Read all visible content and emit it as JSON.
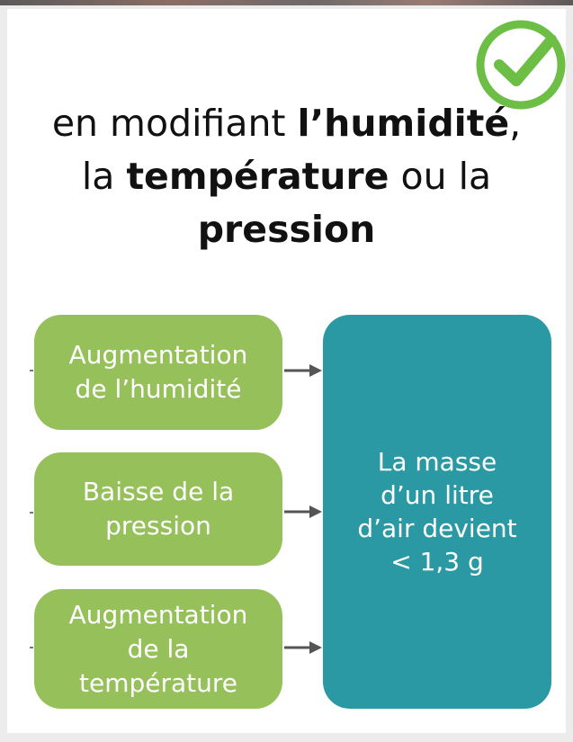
{
  "heading": {
    "line1_plain": "en modifiant ",
    "line1_bold": "l’humidité",
    "line1_end": ",",
    "line2_plain": "la ",
    "line2_bold": "température",
    "line2_end": " ou la",
    "line3_bold": "pression"
  },
  "diagram": {
    "causes": [
      {
        "line1": "Augmentation",
        "line2": "de l’humidité",
        "line3": ""
      },
      {
        "line1": "Baisse de la",
        "line2": "pression",
        "line3": ""
      },
      {
        "line1": "Augmentation",
        "line2": "de la",
        "line3": "température"
      }
    ],
    "result": {
      "line1": "La masse",
      "line2": "d’un litre",
      "line3": "d’air devient",
      "line4": "< 1,3 g"
    }
  },
  "badge": {
    "icon": "checkmark-icon",
    "color": "#6cbe45"
  },
  "colors": {
    "cause": "#95c05a",
    "result": "#2a99a3",
    "arrow": "#555555"
  }
}
